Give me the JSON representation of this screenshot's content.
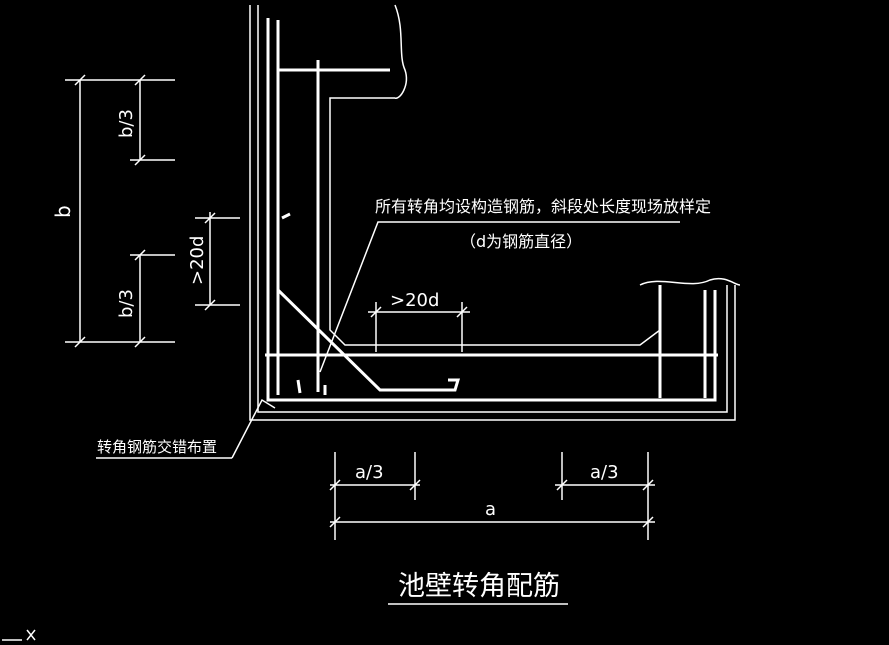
{
  "title": "池壁转角配筋",
  "note_main": "所有转角均设构造钢筋，斜段处长度现场放样定",
  "note_sub": "（d为钢筋直径）",
  "note_corner": "转角钢筋交错布置",
  "dims": {
    "b": "b",
    "b3_top": "b/3",
    "b3_bottom": "b/3",
    "lap_vertical": ">20d",
    "lap_horizontal": ">20d",
    "a3_left": "a/3",
    "a3_right": "a/3",
    "a": "a"
  },
  "colors": {
    "background": "#000000",
    "lines": "#ffffff"
  }
}
